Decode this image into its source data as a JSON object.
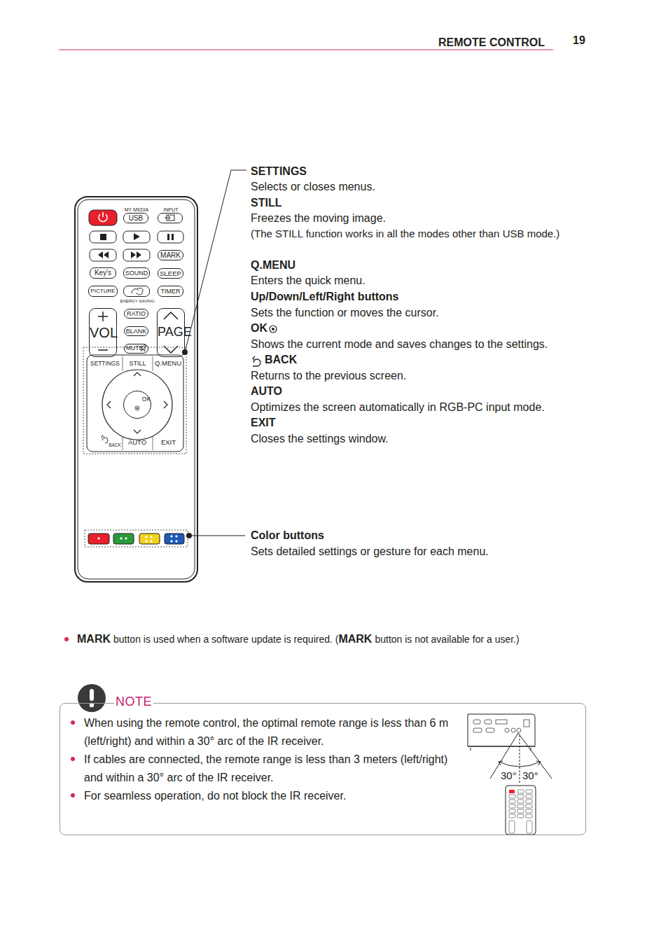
{
  "diagram": {
    "nodes": [
      {
        "text": [
          "MY MEDIA",
          "USB"
        ]
      },
      {
        "text": [
          "INPUT"
        ]
      },
      {
        "text": [
          "MARK"
        ]
      },
      {
        "text": [
          "Key's"
        ]
      },
      {
        "text": [
          "SOUND"
        ]
      },
      {
        "text": [
          "SLEEP"
        ]
      },
      {
        "text": [
          "PICTURE"
        ]
      },
      {
        "text": [
          "ENERGY SAVING"
        ]
      },
      {
        "text": [
          "TIMER"
        ]
      },
      {
        "text": [
          "VOL"
        ]
      },
      {
        "text": [
          "RATIO"
        ]
      },
      {
        "text": [
          "PAGE"
        ]
      },
      {
        "text": [
          "BLANK"
        ]
      },
      {
        "text": [
          "MUTE"
        ]
      },
      {
        "text": [
          "SETTINGS"
        ]
      },
      {
        "text": [
          "STILL"
        ]
      },
      {
        "text": [
          "Q.MENU"
        ]
      },
      {
        "text": [
          "OK"
        ]
      },
      {
        "text": [
          "BACK"
        ]
      },
      {
        "text": [
          "AUTO"
        ]
      },
      {
        "text": [
          "EXIT"
        ]
      },
      {
        "text": [
          "NOTE",
          "When using the remote control, the optimal remote range is less than 6 m (left/right) and within a 30° arc of the IR receiver.",
          "If cables are connected, the remote range is less than 3 meters (left/right) and within a 30° arc of the IR receiver.",
          "For seamless operation, do not block the IR receiver."
        ]
      }
    ],
    "labels": [
      "REMOTE CONTROL",
      "19",
      "SETTINGS",
      "Selects or closes menus.",
      "STILL",
      "Freezes the moving image.",
      "(The STILL function works in all the modes other than USB mode.)",
      "Q.MENU",
      "Enters the quick menu.",
      "Up/Down/Left/Right buttons",
      "Sets the function or moves the cursor.",
      "OK",
      "Shows the current mode and saves changes to the settings.",
      "BACK",
      "Returns to the previous screen.",
      "AUTO",
      "Optimizes the screen automatically in RGB-PC input mode.",
      "EXIT",
      "Closes the settings window.",
      "Color buttons",
      "Sets detailed settings or gesture for each menu.",
      "MARK",
      "button is used when a software update is required. (",
      "MARK",
      "button is not available for a user.)",
      "30°",
      "30°"
    ]
  }
}
